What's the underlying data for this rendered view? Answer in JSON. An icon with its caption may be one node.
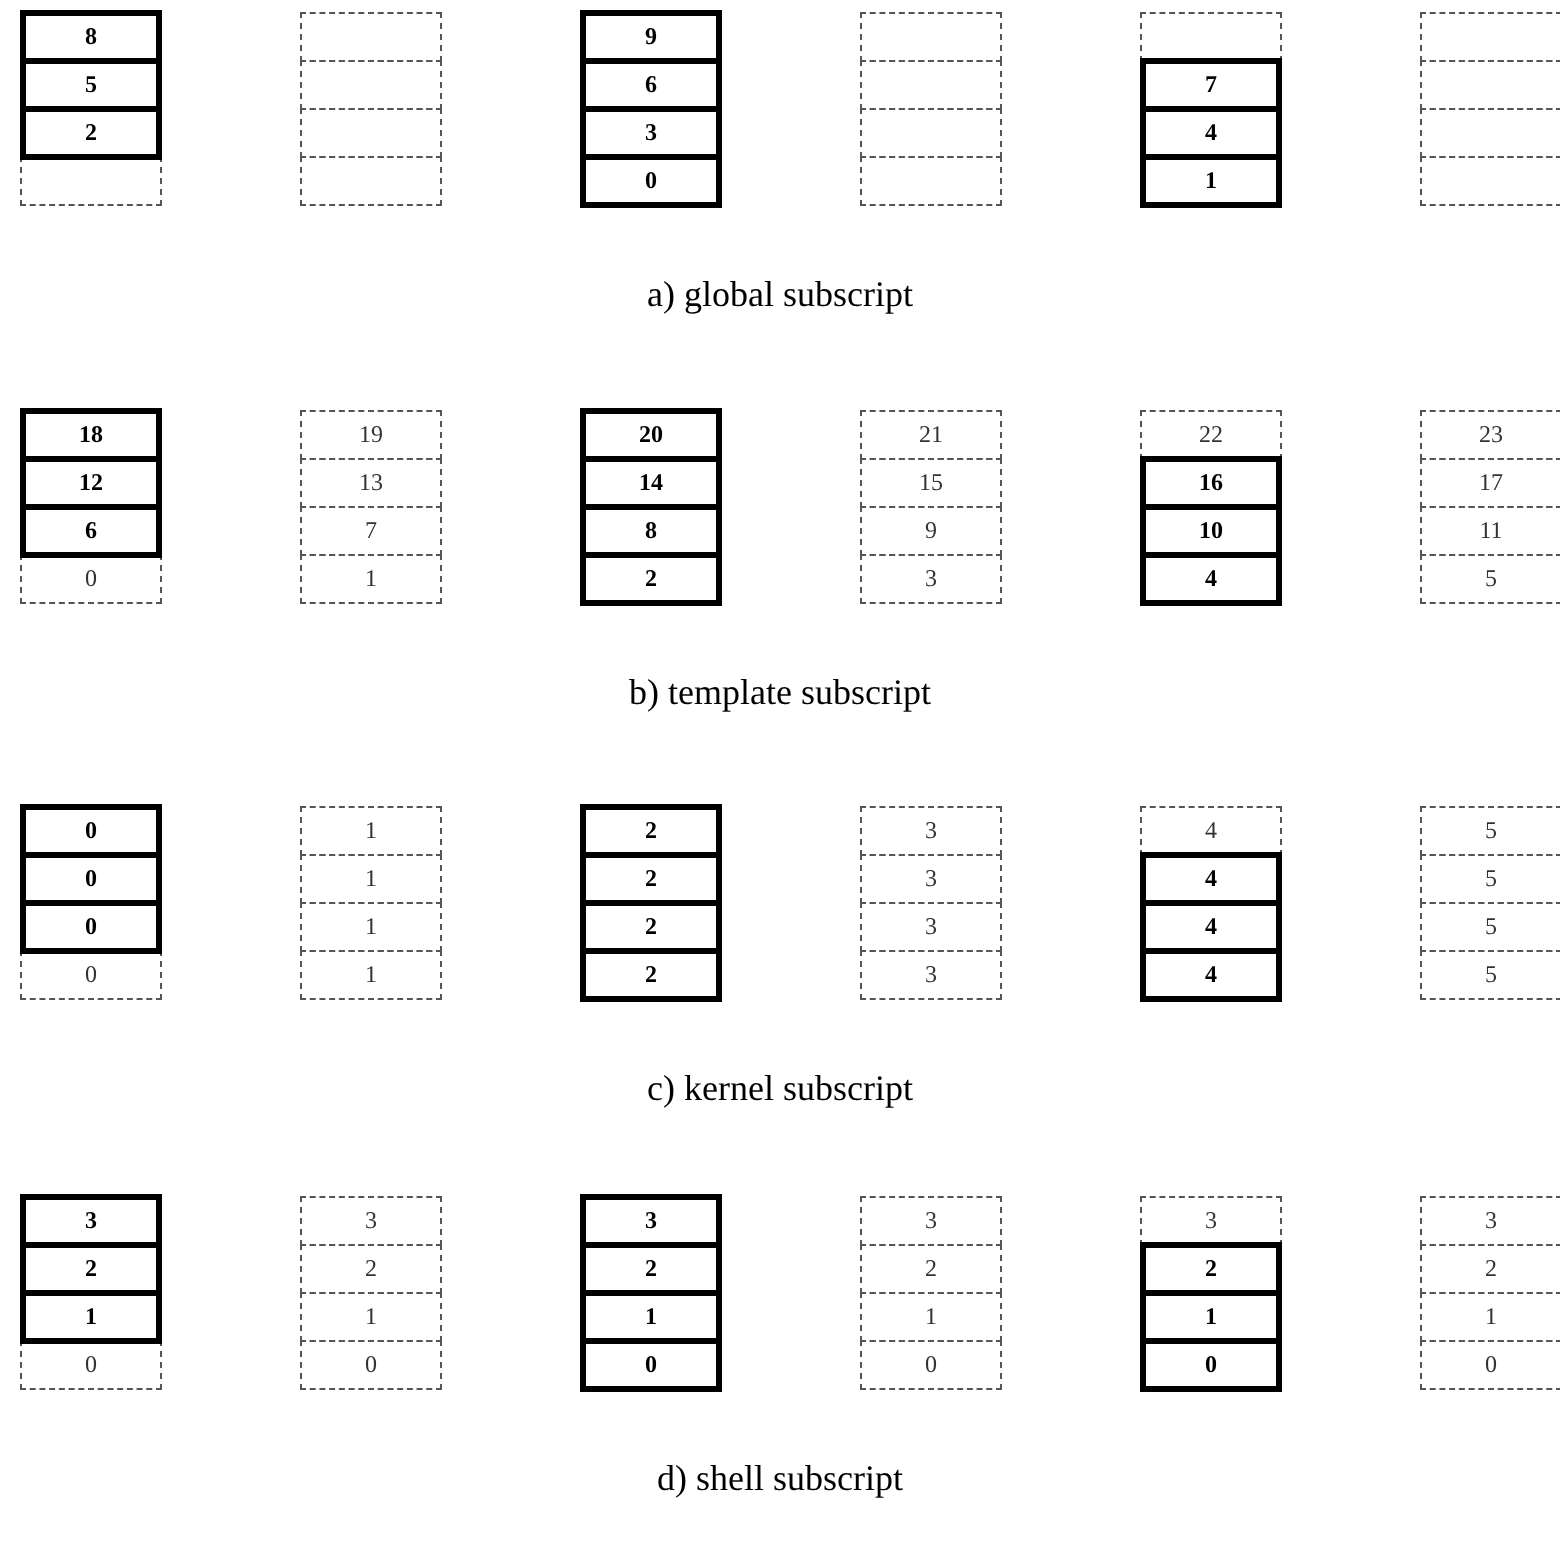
{
  "diagram": {
    "nodes": [
      {
        "text": [],
        "shape": "box"
      },
      {
        "text": [
          "8"
        ],
        "in": 0
      },
      {
        "text": [
          "5"
        ],
        "in": 0
      },
      {
        "text": [
          "2"
        ],
        "in": 0
      },
      {
        "text": [],
        "shape": "box"
      },
      {
        "text": [],
        "shape": "box"
      },
      {
        "text": [],
        "shape": "box"
      },
      {
        "text": [],
        "shape": "box"
      },
      {
        "text": [],
        "shape": "box"
      },
      {
        "text": [],
        "shape": "box"
      },
      {
        "text": [
          "9"
        ],
        "in": 9
      },
      {
        "text": [
          "6"
        ],
        "in": 9
      },
      {
        "text": [
          "3"
        ],
        "in": 9
      },
      {
        "text": [
          "0"
        ],
        "in": 9
      },
      {
        "text": [],
        "shape": "box"
      },
      {
        "text": [],
        "shape": "box"
      },
      {
        "text": [],
        "shape": "box"
      },
      {
        "text": [],
        "shape": "box"
      },
      {
        "text": [],
        "shape": "box"
      },
      {
        "text": [],
        "shape": "box"
      },
      {
        "text": [
          "7"
        ],
        "in": 19
      },
      {
        "text": [
          "4"
        ],
        "in": 19
      },
      {
        "text": [
          "1"
        ],
        "in": 19
      },
      {
        "text": [],
        "shape": "box"
      },
      {
        "text": [],
        "shape": "box"
      },
      {
        "text": [],
        "shape": "box"
      },
      {
        "text": [],
        "shape": "box"
      },
      {
        "text": [],
        "shape": "box"
      },
      {
        "text": [
          "18"
        ],
        "in": 27
      },
      {
        "text": [
          "12"
        ],
        "in": 27
      },
      {
        "text": [
          "6"
        ],
        "in": 27
      },
      {
        "text": [
          "0"
        ]
      },
      {
        "text": [
          "19"
        ]
      },
      {
        "text": [
          "13"
        ]
      },
      {
        "text": [
          "7"
        ]
      },
      {
        "text": [
          "1"
        ]
      },
      {
        "text": [],
        "shape": "box"
      },
      {
        "text": [
          "20"
        ],
        "in": 36
      },
      {
        "text": [
          "14"
        ],
        "in": 36
      },
      {
        "text": [
          "8"
        ],
        "in": 36
      },
      {
        "text": [
          "2"
        ],
        "in": 36
      },
      {
        "text": [
          "21"
        ]
      },
      {
        "text": [
          "15"
        ]
      },
      {
        "text": [
          "9"
        ]
      },
      {
        "text": [
          "3"
        ]
      },
      {
        "text": [
          "22"
        ]
      },
      {
        "text": [],
        "shape": "box"
      },
      {
        "text": [
          "16"
        ],
        "in": 46
      },
      {
        "text": [
          "10"
        ],
        "in": 46
      },
      {
        "text": [
          "4"
        ],
        "in": 46
      },
      {
        "text": [
          "23"
        ]
      },
      {
        "text": [
          "17"
        ]
      },
      {
        "text": [
          "11"
        ]
      },
      {
        "text": [
          "5"
        ]
      },
      {
        "text": [],
        "shape": "box"
      },
      {
        "text": [
          "0"
        ],
        "in": 54
      },
      {
        "text": [
          "0"
        ],
        "in": 54
      },
      {
        "text": [
          "0"
        ],
        "in": 54
      },
      {
        "text": [
          "0"
        ]
      },
      {
        "text": [
          "1"
        ]
      },
      {
        "text": [
          "1"
        ]
      },
      {
        "text": [
          "1"
        ]
      },
      {
        "text": [
          "1"
        ]
      },
      {
        "text": [],
        "shape": "box"
      },
      {
        "text": [
          "2"
        ],
        "in": 63
      },
      {
        "text": [
          "2"
        ],
        "in": 63
      },
      {
        "text": [
          "2"
        ],
        "in": 63
      },
      {
        "text": [
          "2"
        ],
        "in": 63
      },
      {
        "text": [
          "3"
        ]
      },
      {
        "text": [
          "3"
        ]
      },
      {
        "text": [
          "3"
        ]
      },
      {
        "text": [
          "3"
        ]
      },
      {
        "text": [
          "4"
        ]
      },
      {
        "text": [],
        "shape": "box"
      },
      {
        "text": [
          "4"
        ],
        "in": 73
      },
      {
        "text": [
          "4"
        ],
        "in": 73
      },
      {
        "text": [
          "4"
        ],
        "in": 73
      },
      {
        "text": [
          "5"
        ]
      },
      {
        "text": [
          "5"
        ]
      },
      {
        "text": [
          "5"
        ]
      },
      {
        "text": [
          "5"
        ]
      },
      {
        "text": [],
        "shape": "box"
      },
      {
        "text": [
          "3"
        ],
        "in": 81
      },
      {
        "text": [
          "2"
        ],
        "in": 81
      },
      {
        "text": [
          "1"
        ],
        "in": 81
      },
      {
        "text": [
          "0"
        ]
      },
      {
        "text": [
          "3"
        ]
      },
      {
        "text": [
          "2"
        ]
      },
      {
        "text": [
          "1"
        ]
      },
      {
        "text": [
          "0"
        ]
      },
      {
        "text": [],
        "shape": "box"
      },
      {
        "text": [
          "3"
        ],
        "in": 90
      },
      {
        "text": [
          "2"
        ],
        "in": 90
      },
      {
        "text": [
          "1"
        ],
        "in": 90
      },
      {
        "text": [
          "0"
        ],
        "in": 90
      },
      {
        "text": [
          "3"
        ]
      },
      {
        "text": [
          "2"
        ]
      },
      {
        "text": [
          "1"
        ]
      },
      {
        "text": [
          "0"
        ]
      },
      {
        "text": [
          "3"
        ]
      },
      {
        "text": [],
        "shape": "box"
      },
      {
        "text": [
          "2"
        ],
        "in": 100
      },
      {
        "text": [
          "1"
        ],
        "in": 100
      },
      {
        "text": [
          "0"
        ],
        "in": 100
      },
      {
        "text": [
          "3"
        ]
      },
      {
        "text": [
          "2"
        ]
      },
      {
        "text": [
          "1"
        ]
      },
      {
        "text": [
          "0"
        ]
      }
    ],
    "labels": [
      "a) global subscript",
      "b) template subscript",
      "c) kernel subscript",
      "d) shell subscript"
    ]
  }
}
